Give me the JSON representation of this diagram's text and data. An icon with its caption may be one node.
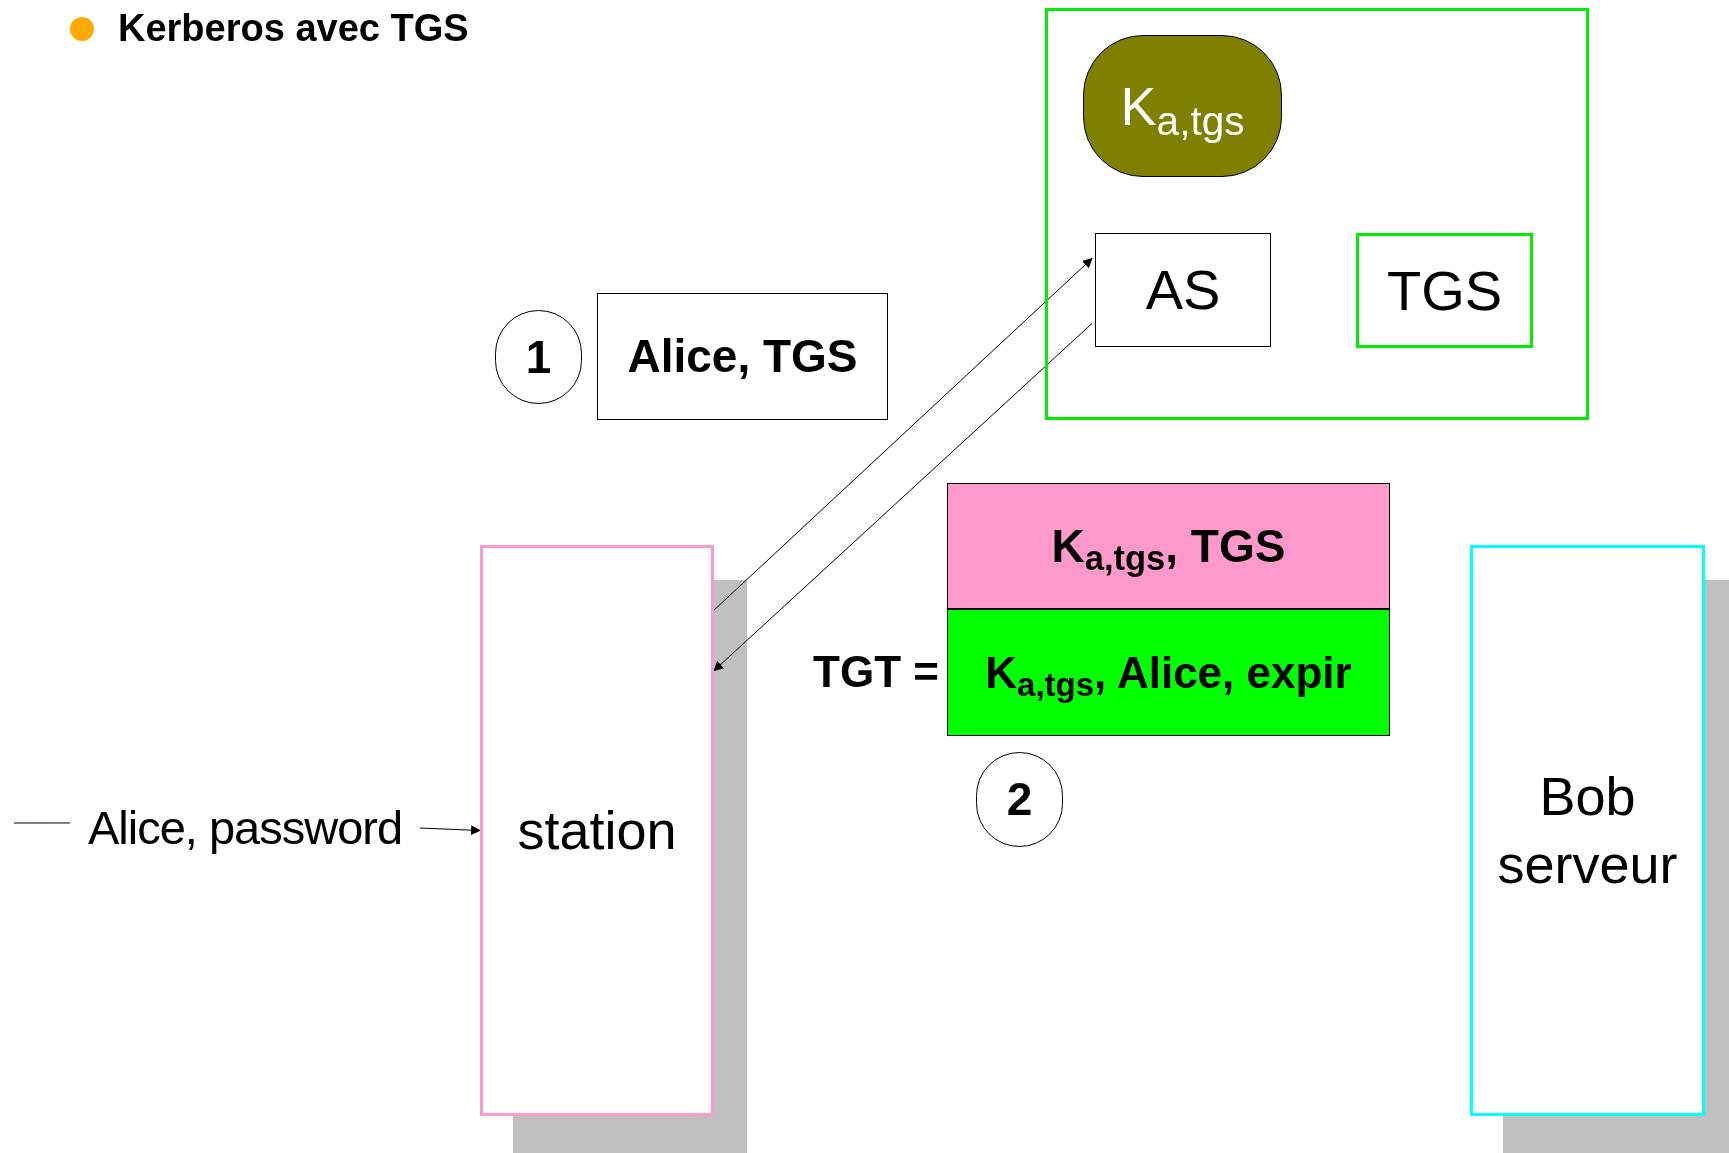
{
  "diagram": {
    "title": "Kerberos avec TGS",
    "nodes": [
      {
        "text": [],
        "shape": "box"
      },
      {
        "text": [
          "K$_{a,tgs}$"
        ],
        "in": 0
      },
      {
        "text": [
          "AS"
        ],
        "in": 0
      },
      {
        "text": [
          "TGS"
        ],
        "in": 0
      },
      {
        "text": [
          "1"
        ]
      },
      {
        "text": [
          "Alice, TGS"
        ]
      },
      {
        "text": [
          "K$_{a,tgs}$, TGS"
        ]
      },
      {
        "text": [
          "K$_{a,tgs}$, Alice, expir"
        ],
        "beside": [
          "TGT ="
        ]
      },
      {
        "text": [
          "2"
        ]
      },
      {
        "text": [
          "station"
        ]
      },
      {
        "text": [
          "Bob serveur"
        ]
      },
      {
        "text": [
          "Alice, password"
        ]
      }
    ],
    "edges": [
      {
        "from": null,
        "to": 11,
        "arrow": "none"
      },
      {
        "from": 11,
        "to": 9,
        "arrow": "to"
      },
      {
        "from": 9,
        "to": 2,
        "arrow": "to"
      },
      {
        "from": 2,
        "to": 9,
        "arrow": "to"
      }
    ]
  }
}
